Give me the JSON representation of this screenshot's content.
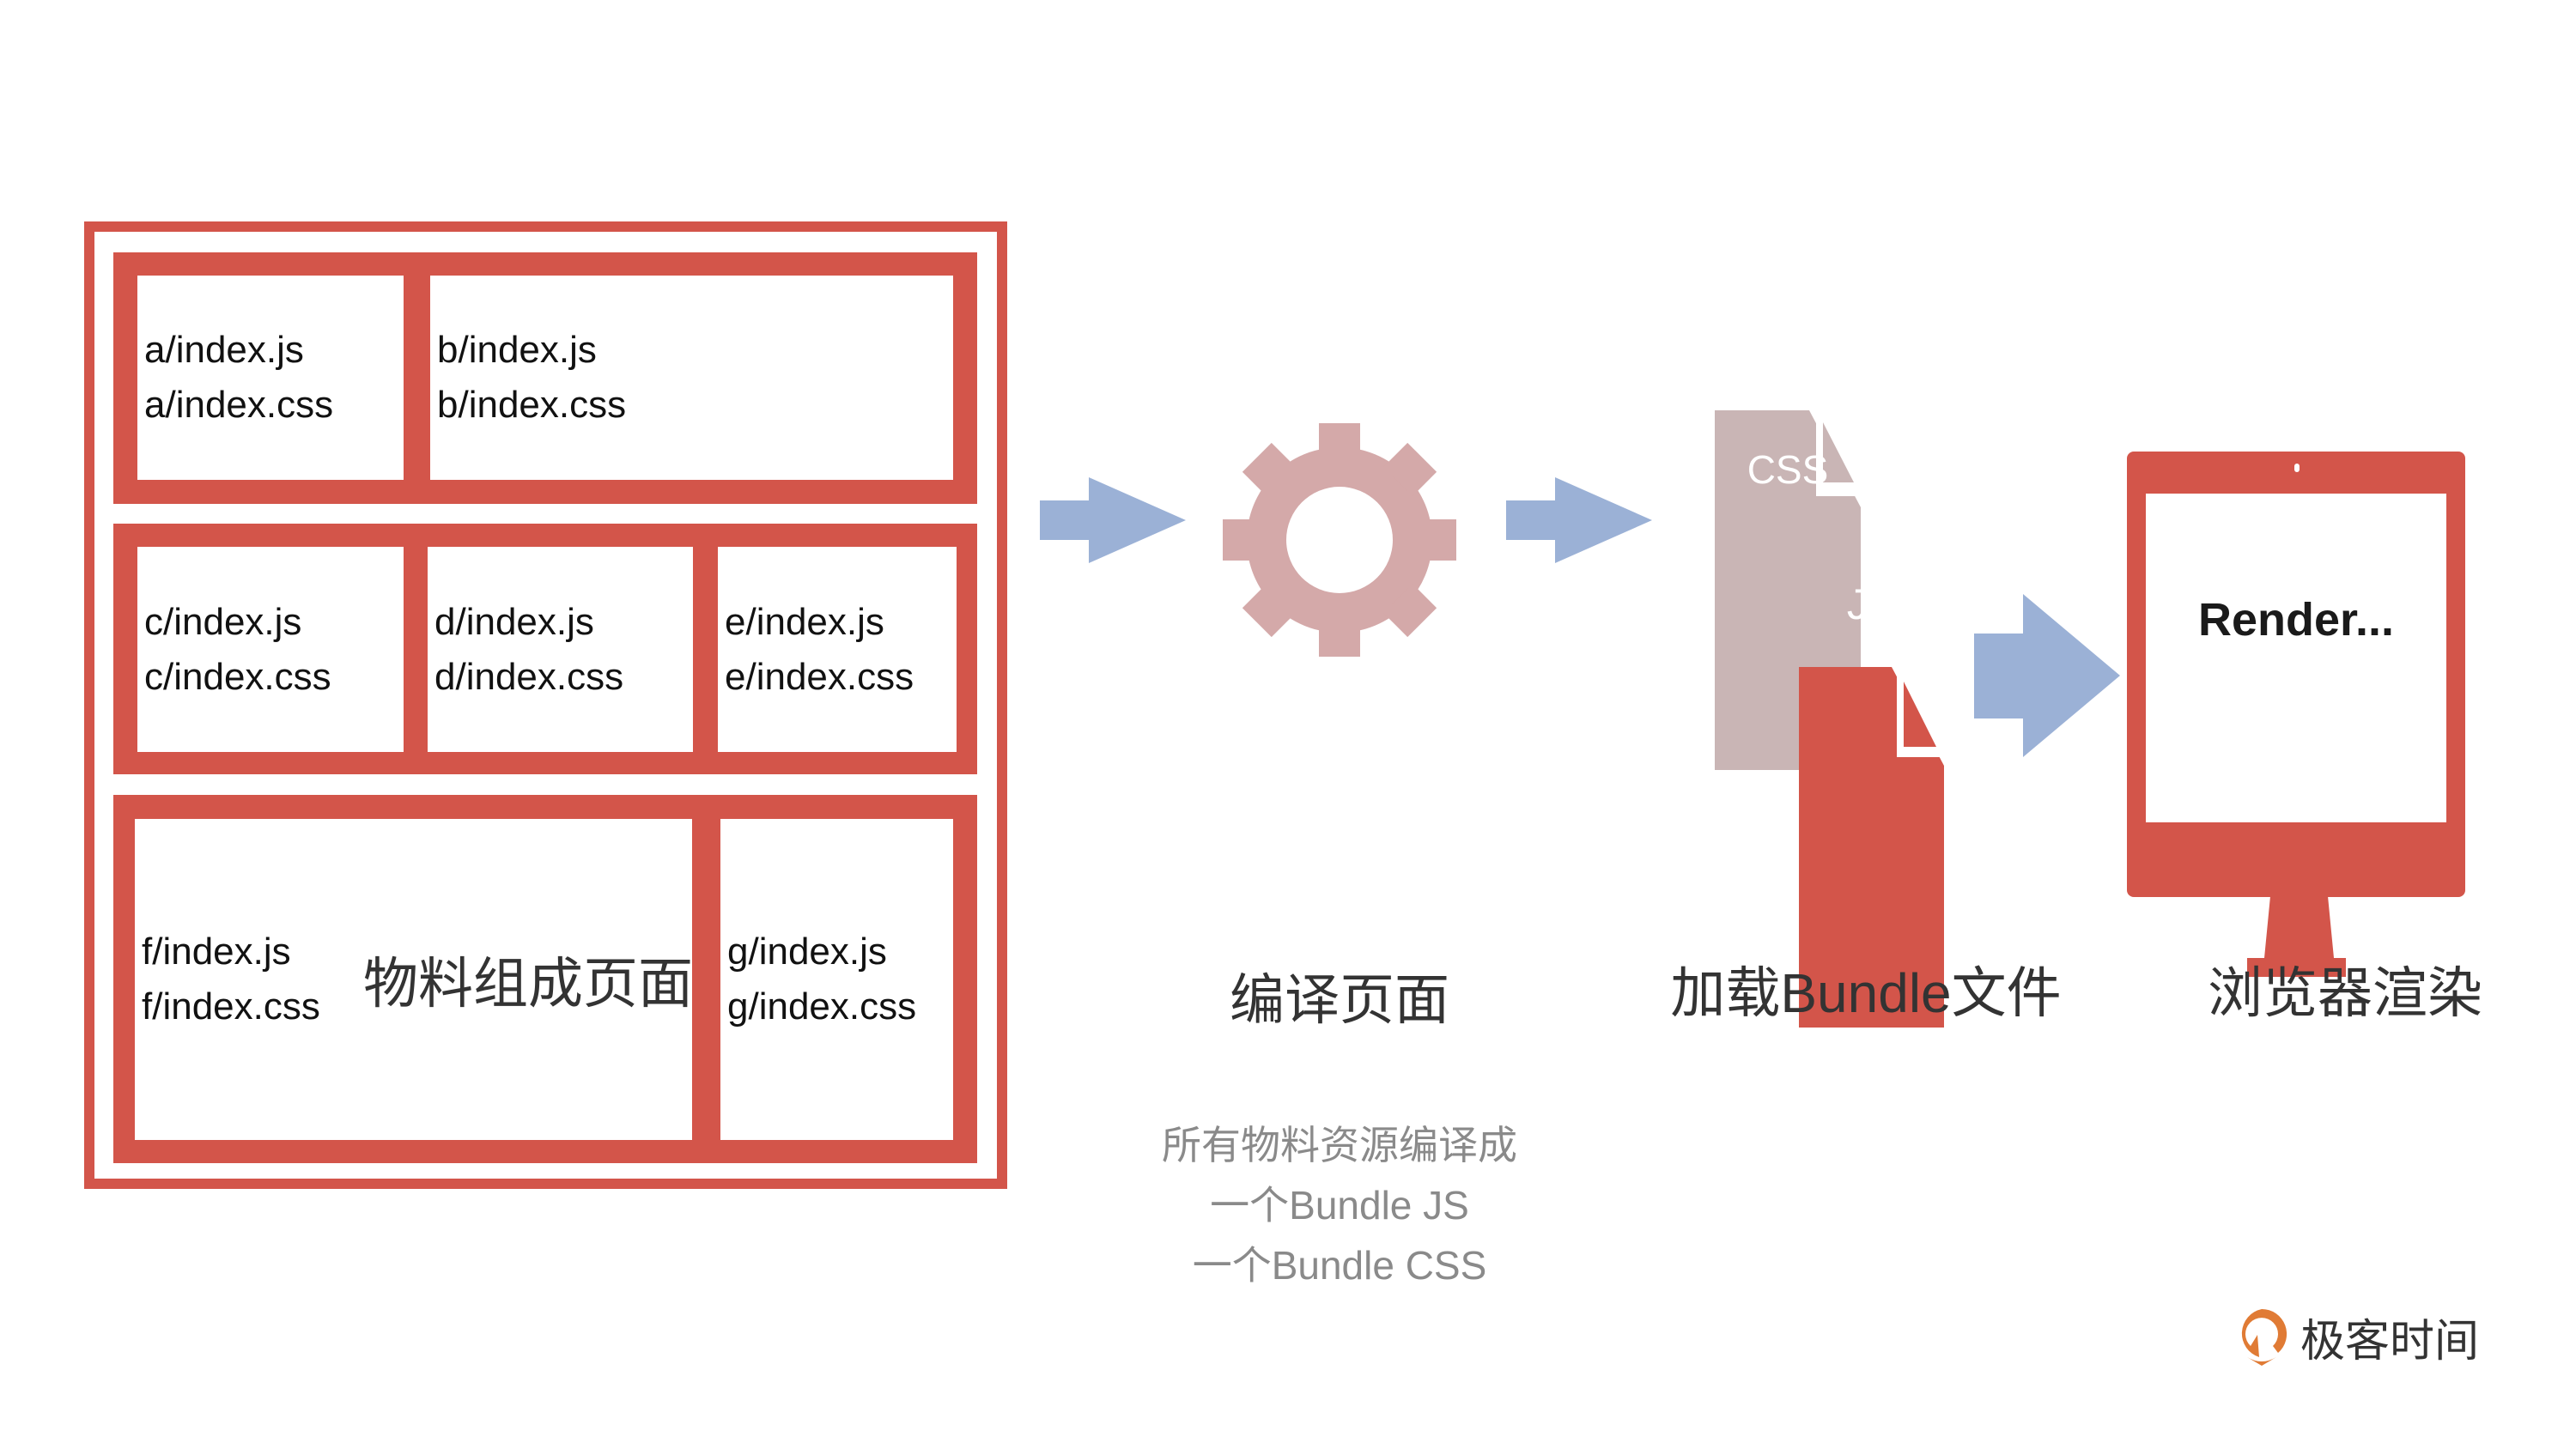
{
  "materials": {
    "rows": [
      [
        {
          "js": "a/index.js",
          "css": "a/index.css"
        },
        {
          "js": "b/index.js",
          "css": "b/index.css"
        }
      ],
      [
        {
          "js": "c/index.js",
          "css": "c/index.css"
        },
        {
          "js": "d/index.js",
          "css": "d/index.css"
        },
        {
          "js": "e/index.js",
          "css": "e/index.css"
        }
      ],
      [
        {
          "js": "f/index.js",
          "css": "f/index.css"
        },
        {
          "js": "g/index.js",
          "css": "g/index.css"
        }
      ]
    ]
  },
  "files": {
    "css_label": "CSS",
    "js_label": "JS"
  },
  "monitor": {
    "screen_text": "Render..."
  },
  "labels": {
    "materials": "物料组成页面",
    "compile": "编译页面",
    "load": "加载Bundle文件",
    "render": "浏览器渲染"
  },
  "note": {
    "line1": "所有物料资源编译成",
    "line2": "一个Bundle JS",
    "line3": "一个Bundle CSS"
  },
  "logo": {
    "text": "极客时间"
  },
  "colors": {
    "red": "#d3554a",
    "blue": "#9bb1d6",
    "gear": "#d4a9a9",
    "css_doc": "#c9b5b5"
  }
}
